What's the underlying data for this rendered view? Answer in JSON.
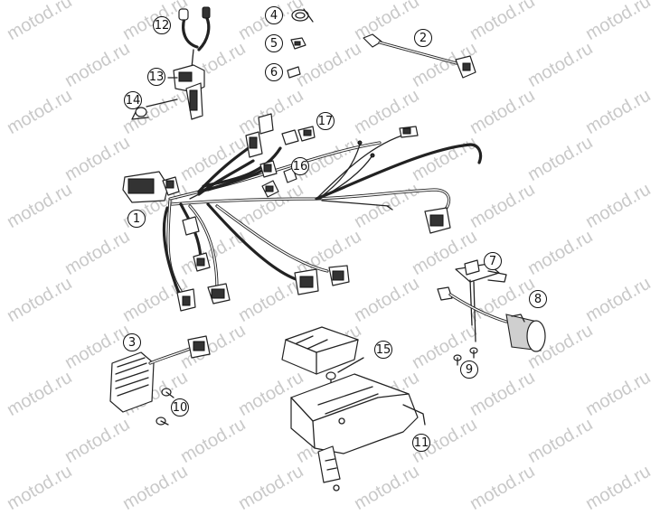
{
  "watermark": {
    "text": "motod.ru"
  },
  "callouts": [
    {
      "number": "1"
    },
    {
      "number": "2"
    },
    {
      "number": "3"
    },
    {
      "number": "4"
    },
    {
      "number": "5"
    },
    {
      "number": "6"
    },
    {
      "number": "7"
    },
    {
      "number": "8"
    },
    {
      "number": "9"
    },
    {
      "number": "10"
    },
    {
      "number": "11"
    },
    {
      "number": "12"
    },
    {
      "number": "13"
    },
    {
      "number": "14"
    },
    {
      "number": "15"
    },
    {
      "number": "16"
    },
    {
      "number": "17"
    }
  ]
}
